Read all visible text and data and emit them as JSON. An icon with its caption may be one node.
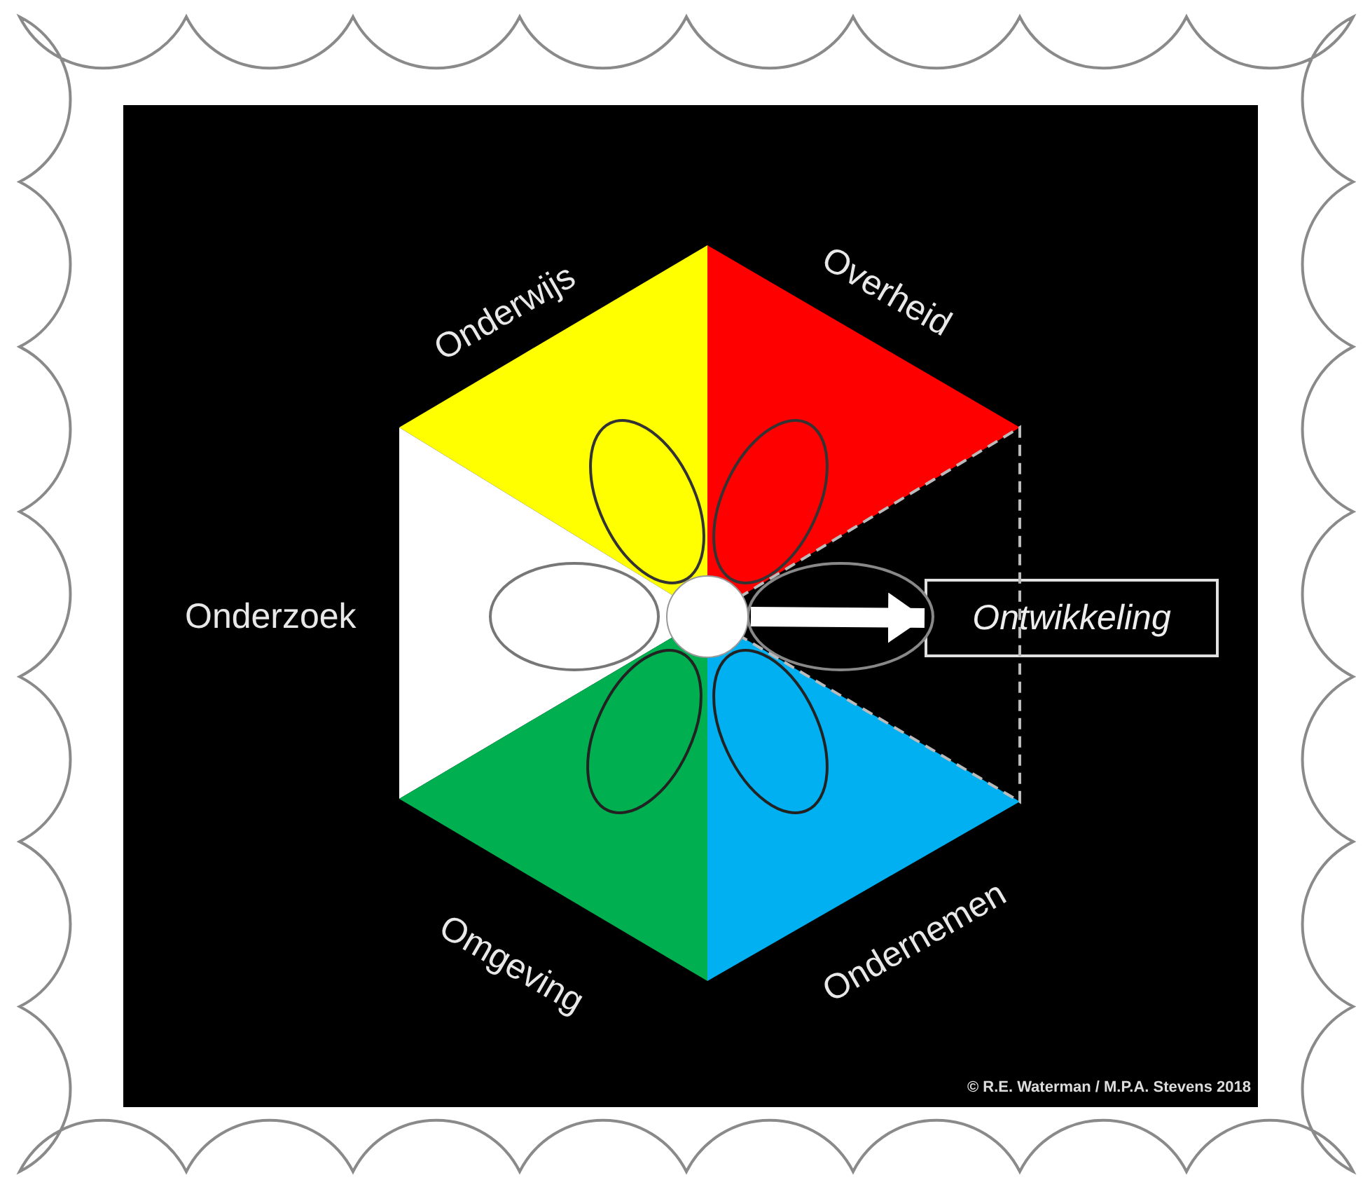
{
  "diagram": {
    "nodes": [
      {
        "text": [
          "Onderwijs"
        ]
      },
      {
        "text": [
          "Overheid"
        ]
      },
      {
        "text": [
          "Onderzoek"
        ]
      },
      {
        "text": [],
        "shape": "circle"
      },
      {
        "text": [
          "Ontwikkeling"
        ]
      },
      {
        "text": [
          "Omgeving"
        ]
      },
      {
        "text": [
          "Ondernemen"
        ]
      }
    ],
    "edges": [
      {
        "from": 3,
        "to": 4,
        "arrow": "to"
      }
    ],
    "labels": [
      "© R.E. Waterman / M.P.A. Stevens 2018"
    ]
  }
}
